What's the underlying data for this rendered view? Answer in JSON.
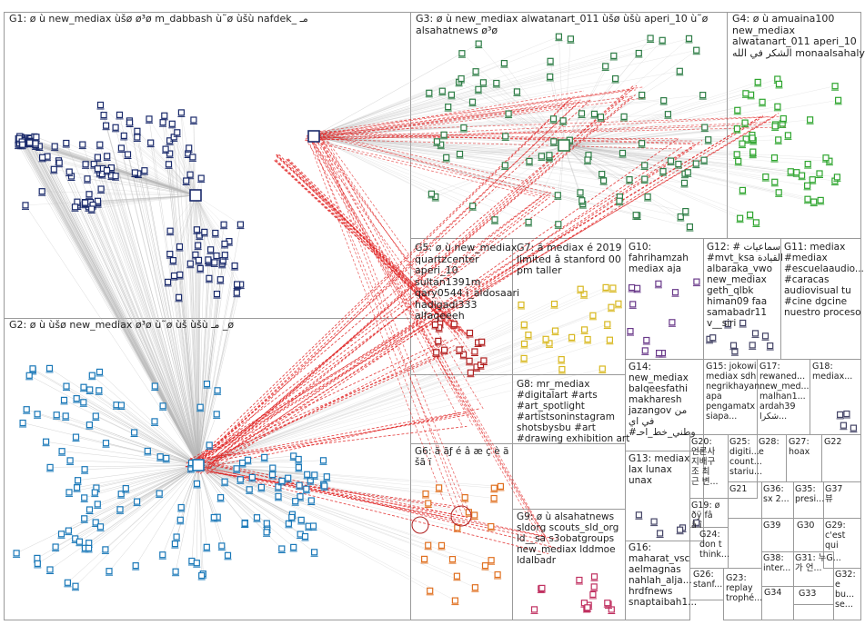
{
  "groups": [
    {
      "id": "G1",
      "label": "G1: ø ù new_mediax ùšø ø³ø m_dabbash ù˜ø ùšù nafdek_ مـ"
    },
    {
      "id": "G2",
      "label": "G2: ø ù ùšø new_mediax ø³ø ù˜ø ùš ùšù مـ _ø"
    },
    {
      "id": "G3",
      "label": "G3: ø ù new_mediax alwatanart_011 ùšø ùšù aperi_10 ù˜ø\nalsahatnews ø³ø"
    },
    {
      "id": "G4",
      "label": "G4: ø ù amuaina100\nnew_mediax\nalwatanart_011 aperi_10\nالشكر في الله monaalsahaly"
    },
    {
      "id": "G5",
      "label": "G5: ø ù new_mediax\nquartzcenter\naperi_10\nsultan1391m\nqary0544 i_aldosaari\nhadigadi333\nalfaqeeeh"
    },
    {
      "id": "G6",
      "label": "G6: ã ãƒ é â æ ç è ä\nšã ï"
    },
    {
      "id": "G7",
      "label": "G7: ã mediax é 2019\nlimited â stanford 00\npm taller"
    },
    {
      "id": "G8",
      "label": "G8: mr_mediax\n#digitalart #arts\n#art_spotlight\n#artistsoninstagram\nshotsbysbu #art\n#drawing exhibition art"
    },
    {
      "id": "G9",
      "label": "G9: ø ù alsahatnews\nsldorg scouts_sld_org\nld__sa s3obatgroups\nnew_mediax lddmoe\nldalbadr"
    },
    {
      "id": "G10",
      "label": "G10:\nfahrihamzah\nmediax aja"
    },
    {
      "id": "G11",
      "label": "G11: mediax\n#mediax\n#escuelaaudio...\n#caracas\naudiovisual tu\n#cine dgcine\nnuestro proceso"
    },
    {
      "id": "G12",
      "label": "G12: # سماعيات\n#mvt_ksa القيادة\nalbaraka_vwo\nnew_mediax\ngeth_qlbk\nhiman09 faa\nsamabadr11\nv__siri"
    },
    {
      "id": "G13",
      "label": "G13: mediax\nlax lunax\nunax"
    },
    {
      "id": "G14",
      "label": "G14:\nnew_mediax\nbalqeesfathi\nmakharesh\njazangov من\nفي اي\n#وطني_خط_احـ"
    },
    {
      "id": "G15",
      "label": "G15: jokowi\nmediax sdh\nnegrikhayan...\napa\npengamatx\nsiapa..."
    },
    {
      "id": "G16",
      "label": "G16:\nmaharat_vsc\naelmagnas\nnahlah_alja...\nhrdfnews\nsnaptaibah1..."
    },
    {
      "id": "G17",
      "label": "G17:\nrewaned...\nnew_med...\nmalhan1...\nardah39\nشكرا..."
    },
    {
      "id": "G18",
      "label": "G18:\nmediax..."
    },
    {
      "id": "G19",
      "label": "G19: ø\nðÿ fâ\nâ î"
    },
    {
      "id": "G20",
      "label": "G20:\n언론사\n지배구\n조 최\n근 변..."
    },
    {
      "id": "G21",
      "label": "G21"
    },
    {
      "id": "G22",
      "label": "G22"
    },
    {
      "id": "G23",
      "label": "G23:\nreplay\ntrophé..."
    },
    {
      "id": "G24",
      "label": "G24:\ndon t\nthink..."
    },
    {
      "id": "G25",
      "label": "G25:\ndigiti...\ncount...\nstariu..."
    },
    {
      "id": "G26",
      "label": "G26:\nstanf..."
    },
    {
      "id": "G27",
      "label": "G27:\nhoax"
    },
    {
      "id": "G28",
      "label": "G28:\ne"
    },
    {
      "id": "G29",
      "label": "G29:\nc'est\nqui"
    },
    {
      "id": "G30",
      "label": "G30"
    },
    {
      "id": "G31",
      "label": "G31: 누G...\n가 언..."
    },
    {
      "id": "G32",
      "label": "G32:\ne\nbu...\nse..."
    },
    {
      "id": "G33",
      "label": "G33"
    },
    {
      "id": "G34",
      "label": "G34"
    },
    {
      "id": "G35",
      "label": "G35:\npresi..."
    },
    {
      "id": "G36",
      "label": "G36:\nsx 2..."
    },
    {
      "id": "G37",
      "label": "G37\n뷰"
    },
    {
      "id": "G38",
      "label": "G38:\ninter..."
    },
    {
      "id": "G39",
      "label": "G39"
    }
  ],
  "colors": {
    "g1_node": "#1a2a6b",
    "g2_node": "#1a78b8",
    "g3_node": "#2e7d46",
    "g4_node": "#2fa52f",
    "g5_node": "#b02020",
    "g6_node": "#e07020",
    "g7_node": "#d8b820",
    "g8_node": "#c8c020",
    "g9_node": "#c03060",
    "g10_node": "#6a3a8a",
    "g12_node": "#444466",
    "edge_gray": "#b8b8b8",
    "edge_red": "#e02020",
    "frame_border": "#9a9a9a"
  }
}
